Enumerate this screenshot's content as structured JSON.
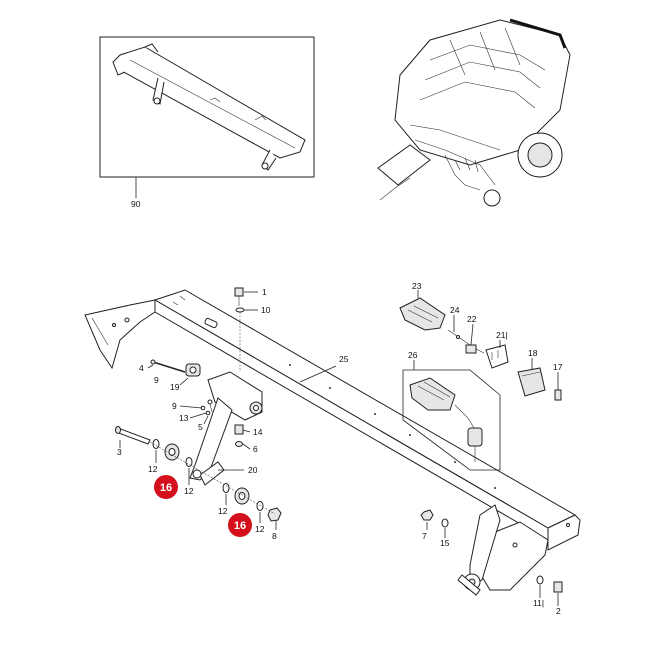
{
  "inset": {
    "label": "90"
  },
  "callouts": {
    "c1": "1",
    "c10": "10",
    "c25": "25",
    "c4": "4",
    "c19": "19",
    "c9a": "9",
    "c9b": "9",
    "c13": "13",
    "c5": "5",
    "c14": "14",
    "c6": "6",
    "c3": "3",
    "c12a": "12",
    "c12b": "12",
    "c12c": "12",
    "c12d": "12",
    "c20": "20",
    "c8": "8",
    "c23": "23",
    "c24": "24",
    "c22": "22",
    "c21": "21|",
    "c26": "26",
    "c18": "18",
    "c17": "17",
    "c7": "7",
    "c15": "15",
    "c11": "11|",
    "c2": "2"
  },
  "highlights": {
    "h1": "16",
    "h2": "16"
  },
  "colors": {
    "highlight": "#d4101c",
    "line": "#222222"
  }
}
